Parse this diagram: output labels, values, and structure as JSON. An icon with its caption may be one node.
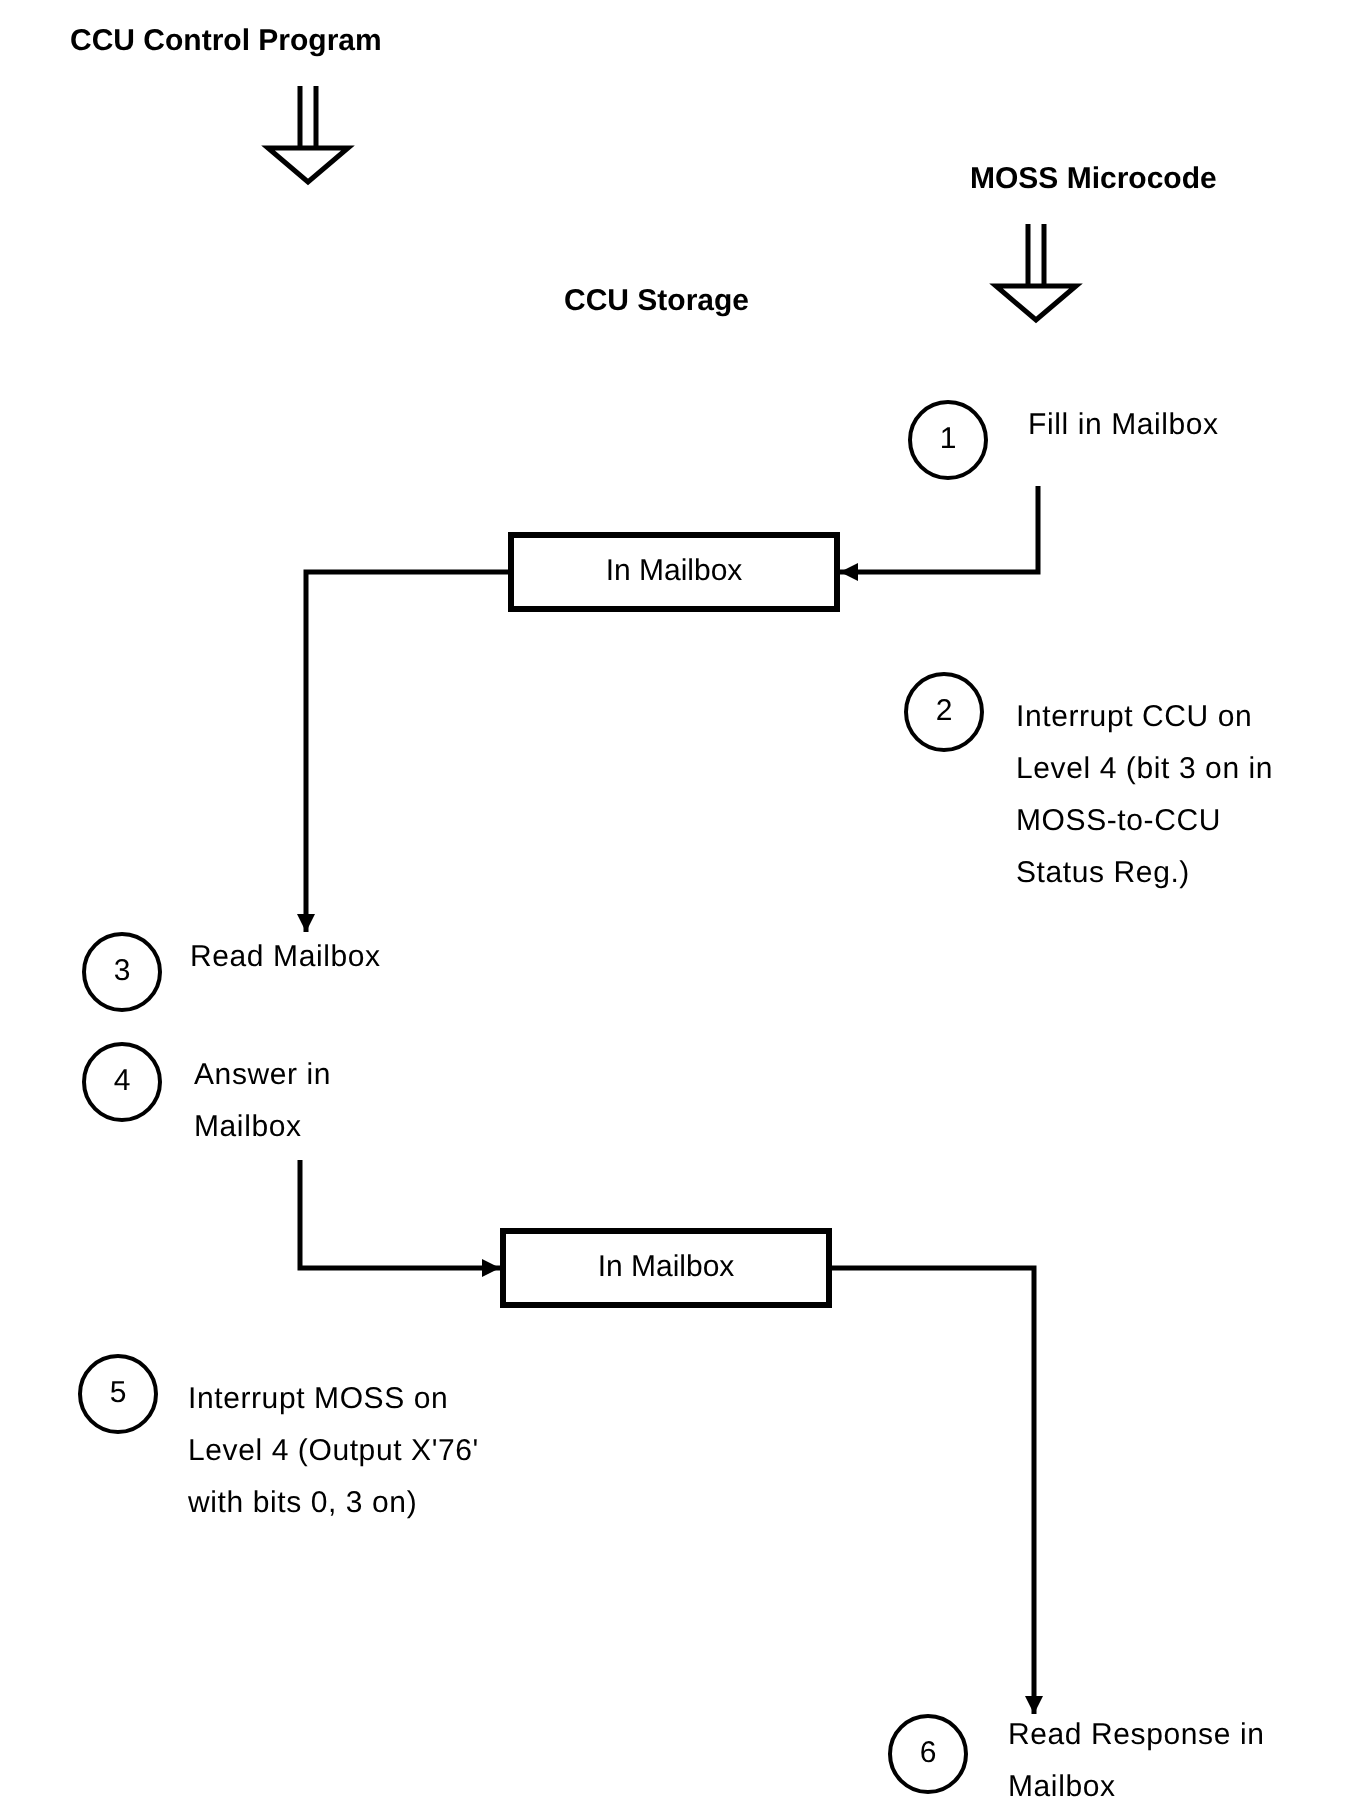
{
  "diagram": {
    "nodes": [
      {
        "text": [
          "1"
        ],
        "beside": [
          "Fill in Mailbox"
        ]
      },
      {
        "text": [
          "In Mailbox"
        ]
      },
      {
        "text": [
          "2"
        ],
        "beside": [
          "Interrupt CCU on Level 4 (bit 3 on in MOSS-to-CCU Status Reg.)"
        ]
      },
      {
        "text": [
          "3"
        ],
        "beside": [
          "Read Mailbox"
        ]
      },
      {
        "text": [
          "4"
        ],
        "beside": [
          "Answer in Mailbox"
        ]
      },
      {
        "text": [
          "In Mailbox"
        ]
      },
      {
        "text": [
          "5"
        ],
        "beside": [
          "Interrupt MOSS on Level 4 (Output X'76' with bits 0, 3 on)"
        ]
      },
      {
        "text": [
          "6"
        ],
        "beside": [
          "Read Response in Mailbox"
        ]
      }
    ],
    "edges": [
      {
        "from": 0,
        "to": 1,
        "arrow": "to"
      },
      {
        "from": 1,
        "to": 3,
        "arrow": "to"
      },
      {
        "from": 4,
        "to": 5,
        "arrow": "to"
      },
      {
        "from": 5,
        "to": 7,
        "arrow": "to"
      }
    ],
    "labels": [
      "CCU Control Program",
      "MOSS Microcode",
      "CCU Storage"
    ]
  }
}
